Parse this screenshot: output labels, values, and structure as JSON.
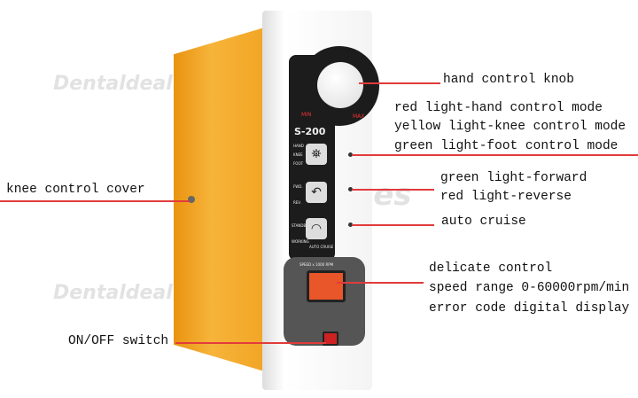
{
  "device": {
    "model": "S-200",
    "knob_min": "MIN",
    "knob_max": "MAX",
    "mode_leds": [
      "HAND",
      "KNEE",
      "FOOT"
    ],
    "direction_leds": [
      "FWD.",
      "REV."
    ],
    "cruise_leds": [
      "STANDBY",
      "WORKING"
    ],
    "cruise_button": "AUTO CRUISE",
    "speed_label": "SPEED x 1000 RPM"
  },
  "annotations": {
    "hand_knob": "hand control knob",
    "mode": [
      "red light-hand control mode",
      "yellow light-knee control mode",
      "green light-foot control mode"
    ],
    "direction": [
      "green light-forward",
      "red light-reverse"
    ],
    "cruise": "auto cruise",
    "knee": "knee control cover",
    "display": [
      "delicate control",
      "speed range 0-60000rpm/min",
      "error code digital display"
    ],
    "switch": "ON/OFF switch"
  },
  "watermark": "Dentaldeal.es",
  "colors": {
    "line": "#e23b3b",
    "body": "#f2a424"
  }
}
